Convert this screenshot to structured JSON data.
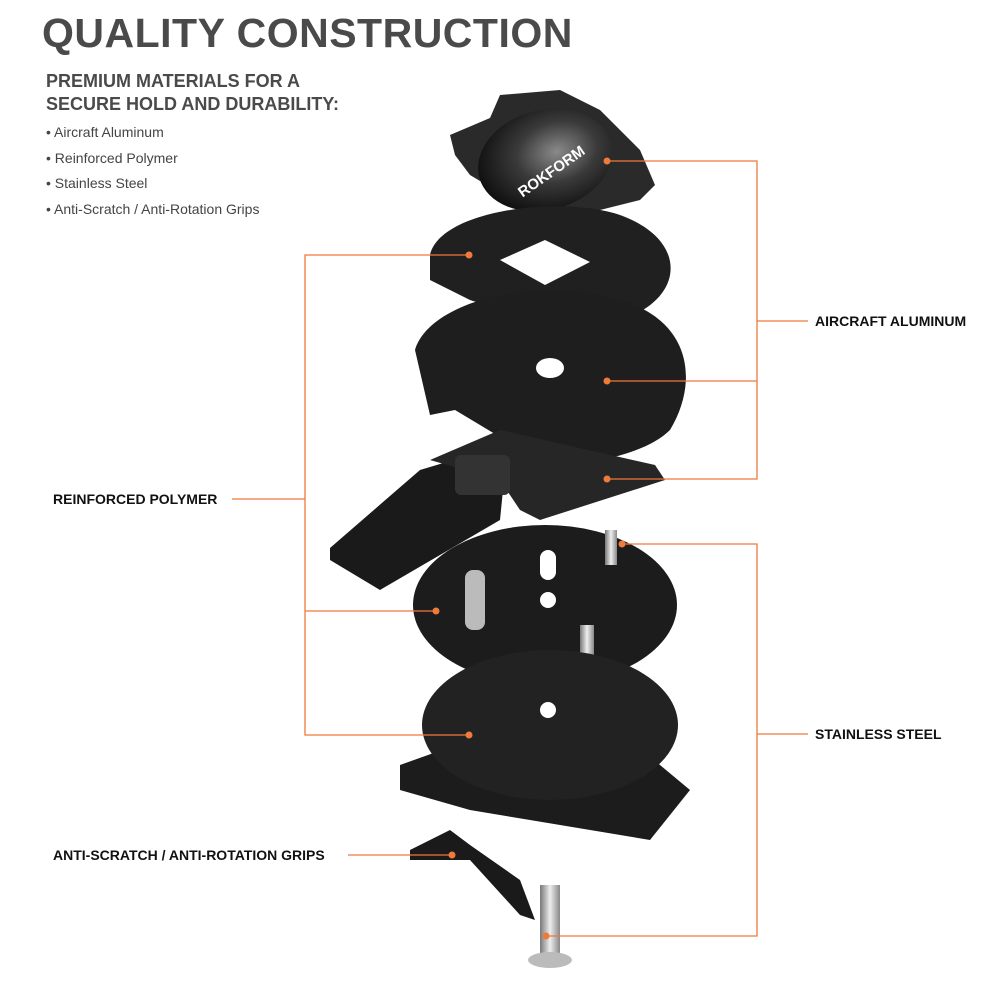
{
  "header": {
    "title": "QUALITY CONSTRUCTION",
    "subtitle_line1": "PREMIUM MATERIALS FOR A",
    "subtitle_line2": "SECURE HOLD AND DURABILITY:"
  },
  "materials": [
    "Aircraft Aluminum",
    "Reinforced Polymer",
    "Stainless Steel",
    "Anti-Scratch / Anti-Rotation Grips"
  ],
  "callouts": {
    "aluminum": "AIRCRAFT ALUMINUM",
    "polymer": "REINFORCED POLYMER",
    "steel": "STAINLESS STEEL",
    "grips": "ANTI-SCRATCH / ANTI-ROTATION GRIPS"
  },
  "brand_logo": "ROKFORM",
  "colors": {
    "accent": "#ee7a3c",
    "heading": "#4a4a4a",
    "part": "#1c1c1c"
  }
}
